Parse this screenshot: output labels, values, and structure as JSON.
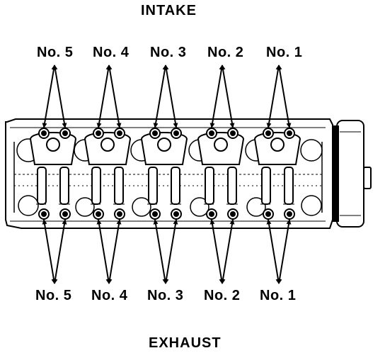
{
  "header": {
    "title": "INTAKE"
  },
  "footer": {
    "title": "EXHAUST"
  },
  "intake_valves": [
    {
      "label": "No. 5"
    },
    {
      "label": "No. 4"
    },
    {
      "label": "No. 3"
    },
    {
      "label": "No. 2"
    },
    {
      "label": "No. 1"
    }
  ],
  "exhaust_valves": [
    {
      "label": "No. 5"
    },
    {
      "label": "No. 4"
    },
    {
      "label": "No. 3"
    },
    {
      "label": "No. 2"
    },
    {
      "label": "No. 1"
    }
  ]
}
